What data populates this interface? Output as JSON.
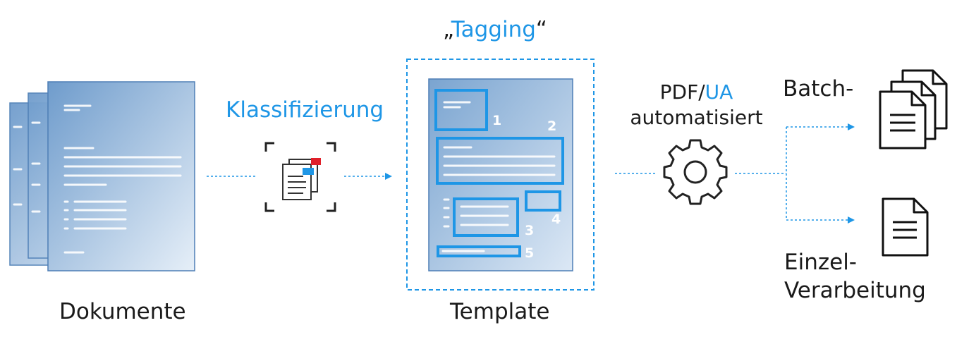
{
  "labels": {
    "documents": "Dokumente",
    "classification": "Klassifizierung",
    "tagging_open_quote": "„",
    "tagging_word": "Tagging",
    "tagging_close_quote": "“",
    "template": "Template",
    "pdf_prefix": "PDF/",
    "pdf_ua": "UA",
    "automated": "automatisiert",
    "batch": "Batch-",
    "single_line1": "Einzel-",
    "single_line2": "Verarbeitung"
  },
  "template_regions": [
    "1",
    "2",
    "3",
    "4",
    "5"
  ],
  "colors": {
    "accent": "#1e96e6",
    "doc_dark": "#6f9ccc",
    "doc_light": "#e6eff8",
    "red": "#e0202a"
  }
}
